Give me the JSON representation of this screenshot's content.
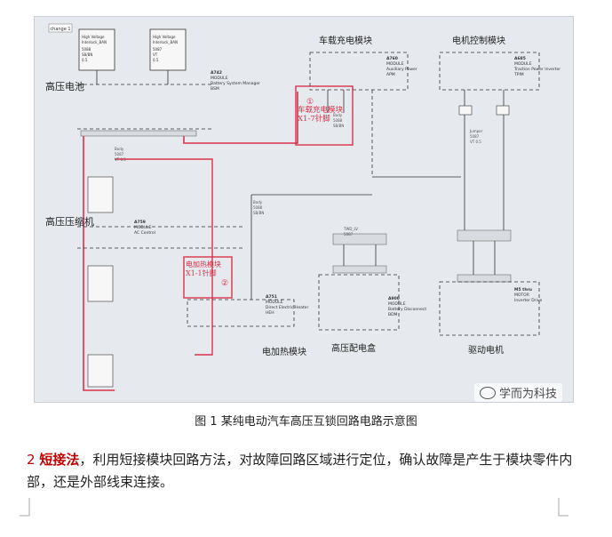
{
  "diagram": {
    "tab": "change 1",
    "section_labels": {
      "hv_battery": "高压电池",
      "ac_compressor": "高压压缩机",
      "obc": "车载充电模块",
      "motor_ctrl": "电机控制模块",
      "heater": "电加热模块",
      "pdu": "高压配电盒",
      "drive_motor": "驱动电机"
    },
    "callouts": {
      "obc": {
        "num": "①",
        "text": "车载充电模块X1-7针脚"
      },
      "heater": {
        "num": "②",
        "text": "电加热模块X1-1针脚"
      }
    },
    "modules": {
      "a742": {
        "id": "A742",
        "name": "MODULE",
        "desc": "Battery System Manager",
        "pn": "BSM"
      },
      "a760": {
        "id": "A760",
        "name": "MODULE",
        "desc": "Auxiliary Power",
        "pn": "APM"
      },
      "a685": {
        "id": "A685",
        "name": "MODULE",
        "desc": "Traction Power Inverter",
        "pn": "TPIM"
      },
      "a759": {
        "id": "A759",
        "name": "MODULE",
        "desc": "AC Control"
      },
      "a751": {
        "id": "A751",
        "name": "MODULE",
        "desc": "Direct Electric Heater",
        "pn": "HEH"
      },
      "a900": {
        "id": "A900",
        "name": "MODULE",
        "desc": "Battery Disconnect",
        "pn": "BDM"
      },
      "m5": {
        "id": "M5 thru",
        "name": "MOTOR",
        "desc": "Inverter Drive"
      }
    },
    "wire_codes": [
      "5087",
      "5088",
      "SB/BN",
      "VT",
      "0.5"
    ],
    "watermark": "学而为科技"
  },
  "caption": "图 1 某纯电动汽车高压互锁回路电路示意图",
  "paragraph": {
    "num": "2 ",
    "keyword": "短接法",
    "rest": "，利用短接模块回路方法，对故障回路区域进行定位，确认故障是产生于模块零件内部，还是外部线束连接。"
  }
}
